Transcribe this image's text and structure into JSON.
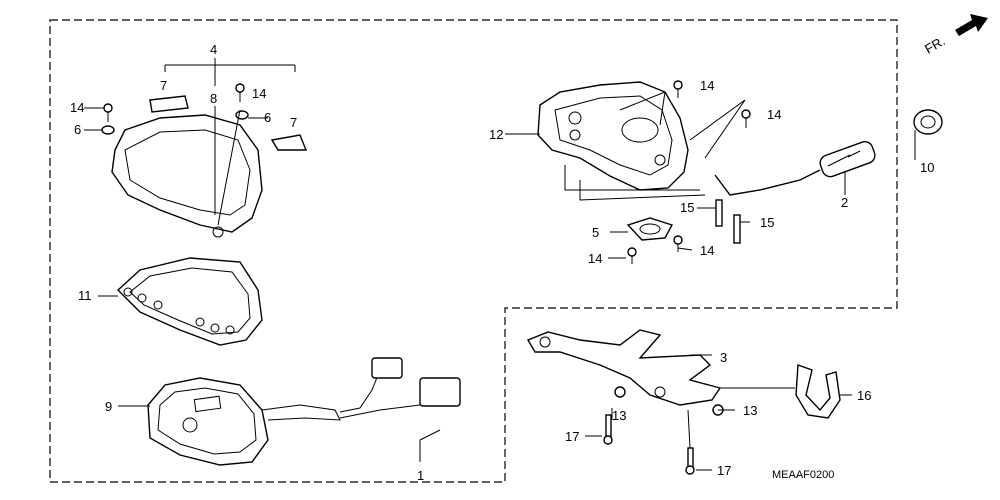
{
  "diagram": {
    "direction_marker": "FR.",
    "code": "MEAAF0200",
    "labels": {
      "l1": "1",
      "l2": "2",
      "l3": "3",
      "l4": "4",
      "l5": "5",
      "l6a": "6",
      "l6b": "6",
      "l7a": "7",
      "l7b": "7",
      "l8": "8",
      "l9": "9",
      "l10": "10",
      "l11": "11",
      "l12": "12",
      "l13a": "13",
      "l13b": "13",
      "l14a": "14",
      "l14b": "14",
      "l14c": "14",
      "l14d": "14",
      "l14e": "14",
      "l14f": "14",
      "l15a": "15",
      "l15b": "15",
      "l16": "16",
      "l17a": "17",
      "l17b": "17"
    }
  }
}
